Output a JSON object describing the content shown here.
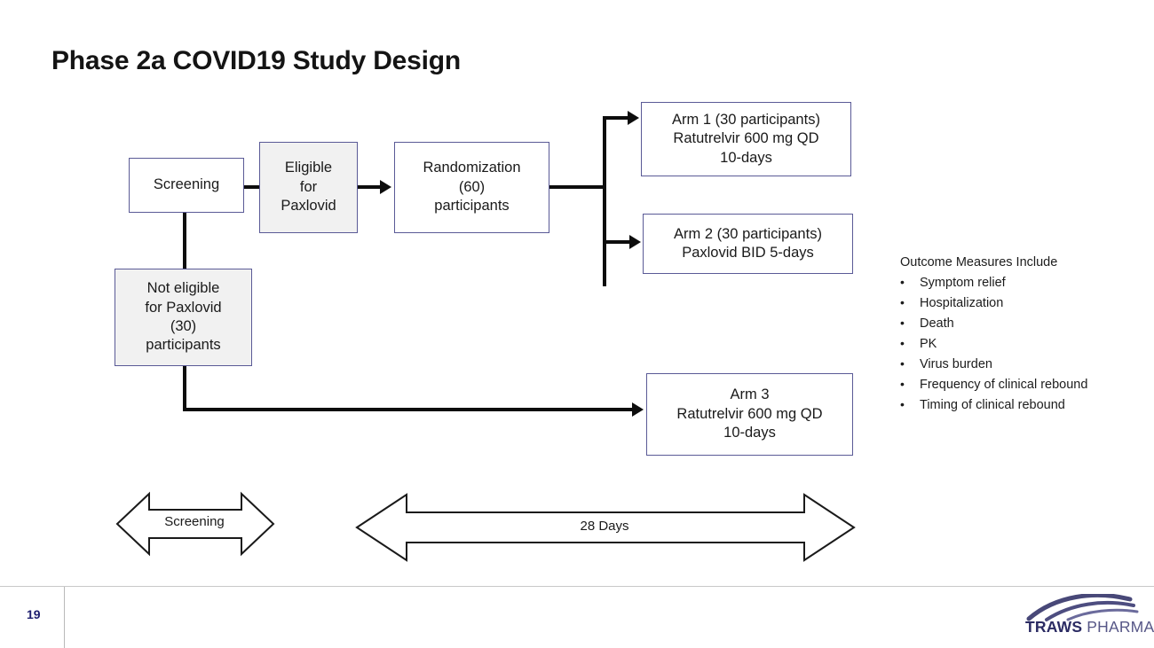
{
  "slide": {
    "title": "Phase 2a COVID19 Study Design",
    "page_number": "19",
    "background_color": "#ffffff"
  },
  "colors": {
    "box_border": "#5a5a96",
    "box_fill_gray": "#f1f1f1",
    "box_fill_white": "#ffffff",
    "connector": "#0d0d0d",
    "page_number": "#1d1d6e",
    "logo_primary": "#2b2b63",
    "logo_secondary": "#575787"
  },
  "flow": {
    "screening": {
      "label": "Screening",
      "fill": "white"
    },
    "eligible": {
      "label": "Eligible\nfor\nPaxlovid",
      "line1": "Eligible",
      "line2": "for",
      "line3": "Paxlovid",
      "fill": "gray"
    },
    "randomization": {
      "line1": "Randomization",
      "line2": "(60)",
      "line3": "participants",
      "fill": "white"
    },
    "not_eligible": {
      "line1": "Not eligible",
      "line2": "for Paxlovid",
      "line3": "(30)",
      "line4": "participants",
      "fill": "gray"
    },
    "arm1": {
      "line1": "Arm 1 (30 participants)",
      "line2": "Ratutrelvir 600 mg QD",
      "line3": "10-days",
      "fill": "white"
    },
    "arm2": {
      "line1": "Arm 2 (30 participants)",
      "line2": "Paxlovid BID 5-days",
      "fill": "white"
    },
    "arm3": {
      "line1": "Arm 3",
      "line2": "Ratutrelvir 600 mg QD",
      "line3": "10-days",
      "fill": "white"
    }
  },
  "timeline": {
    "screening_label": "Screening",
    "study_label": "28 Days"
  },
  "outcomes": {
    "title": "Outcome Measures Include",
    "bullet_char": "•",
    "items": [
      "Symptom relief",
      "Hospitalization",
      "Death",
      "PK",
      "Virus burden",
      "Frequency of clinical rebound",
      "Timing of clinical rebound"
    ]
  },
  "logo": {
    "primary": "TRAWS",
    "secondary": " PHARMA"
  }
}
